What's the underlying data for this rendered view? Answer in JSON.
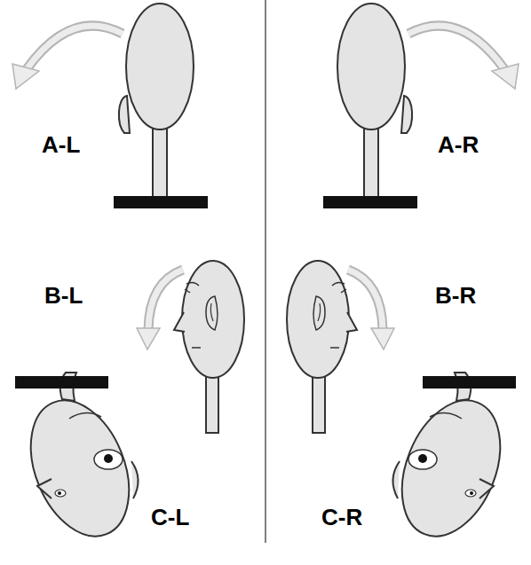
{
  "diagram": {
    "labels": [
      "A-L",
      "A-R",
      "B-L",
      "B-R",
      "C-L",
      "C-R"
    ]
  }
}
